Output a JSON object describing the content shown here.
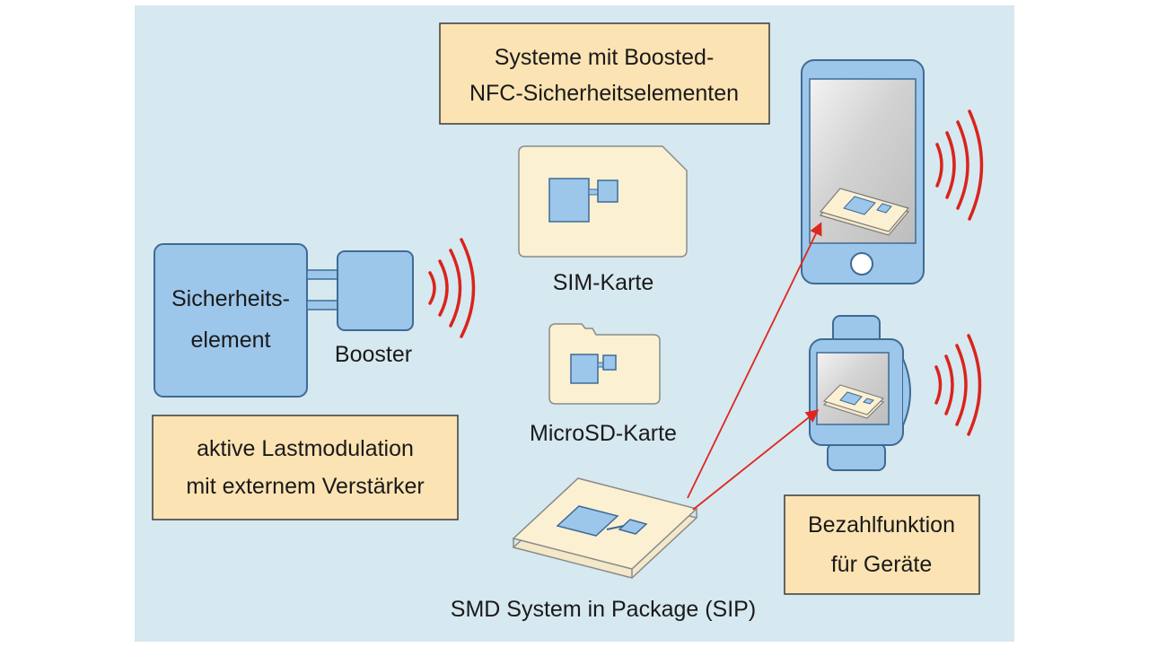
{
  "colors": {
    "background": "#d6e8f0",
    "panel": "#fbf0d2",
    "chip": "#9cc7ea",
    "chip_stroke": "#3f6a94",
    "wave": "#d9241c",
    "arrow": "#e0251d",
    "label_box": "#fbe3b3"
  },
  "title_box": {
    "line1": "Systeme mit Boosted-",
    "line2": "NFC-Sicherheitselementen"
  },
  "secure_element": {
    "line1": "Sicherheits-",
    "line2": "element"
  },
  "booster": {
    "label": "Booster"
  },
  "modulation_box": {
    "line1": "aktive Lastmodulation",
    "line2": "mit externem Verstärker"
  },
  "sim_card": {
    "label": "SIM-Karte"
  },
  "microsd_card": {
    "label": "MicroSD-Karte"
  },
  "sip": {
    "label": "SMD System in Package (SIP)"
  },
  "payment_box": {
    "line1": "Bezahlfunktion",
    "line2": "für Geräte"
  },
  "icons": [
    "nfc-wave-icon",
    "smartphone-icon",
    "smartwatch-icon",
    "sim-card-icon",
    "microsd-card-icon",
    "sip-chip-icon"
  ]
}
